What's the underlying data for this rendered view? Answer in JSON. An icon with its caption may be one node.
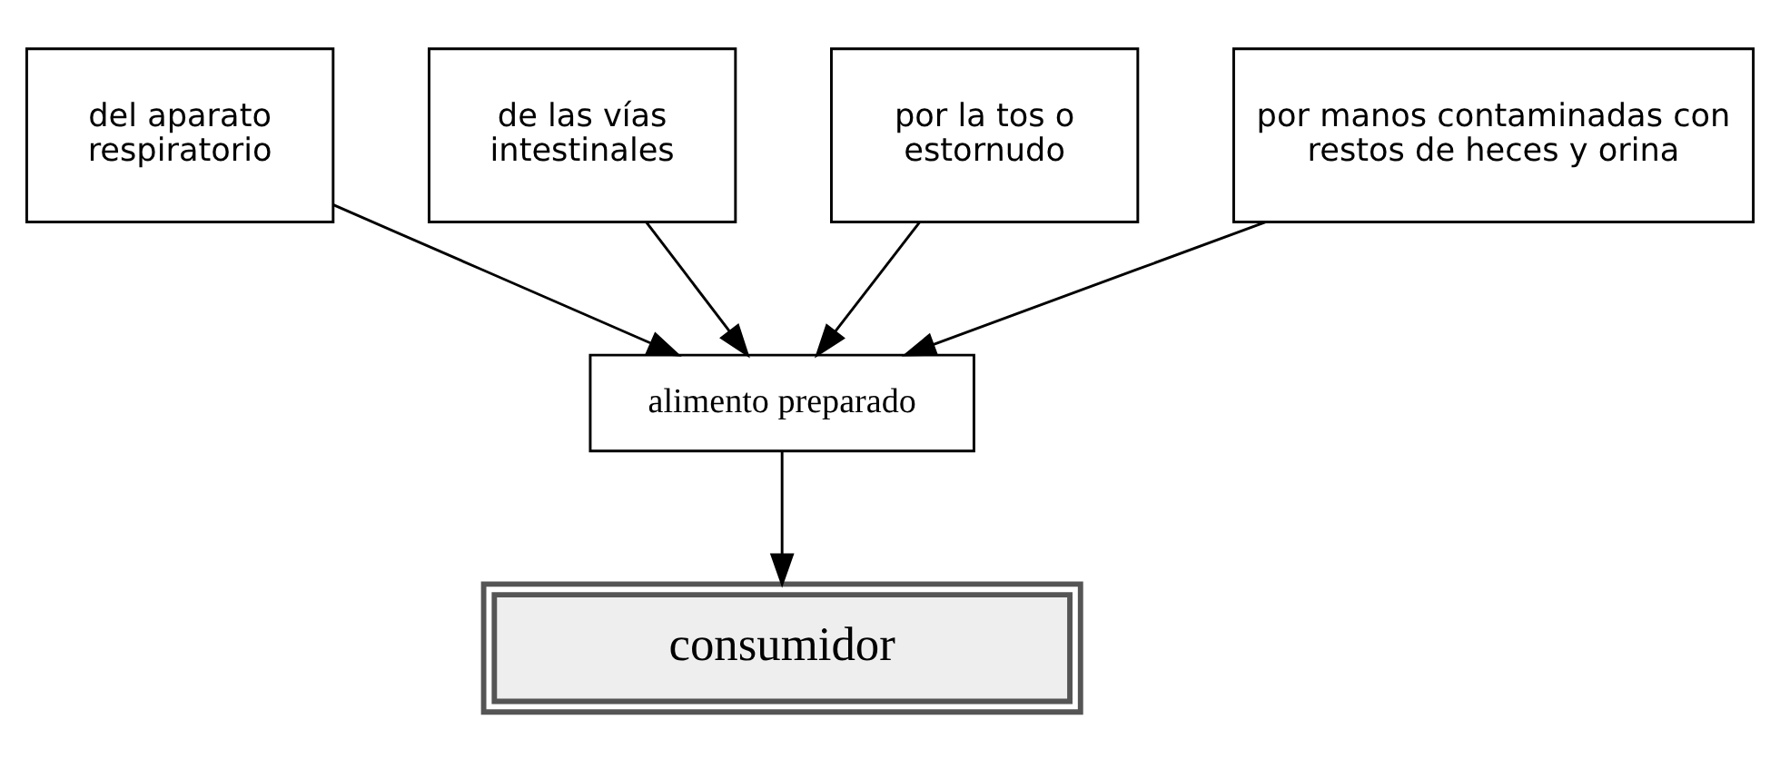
{
  "diagram": {
    "nodes": [
      {
        "text": [
          "del aparato respiratorio"
        ]
      },
      {
        "text": [
          "de las vías intestinales"
        ]
      },
      {
        "text": [
          "por la tos o estornudo"
        ]
      },
      {
        "text": [
          "por manos contaminadas con restos de heces y orina"
        ]
      },
      {
        "text": [
          "alimento preparado"
        ]
      },
      {
        "text": [
          "consumidor"
        ]
      }
    ],
    "edges": [
      {
        "from": 0,
        "to": 4,
        "arrow": "to"
      },
      {
        "from": 1,
        "to": 4,
        "arrow": "to"
      },
      {
        "from": 2,
        "to": 4,
        "arrow": "to"
      },
      {
        "from": 3,
        "to": 4,
        "arrow": "to"
      },
      {
        "from": 4,
        "to": 5,
        "arrow": "to"
      }
    ]
  }
}
